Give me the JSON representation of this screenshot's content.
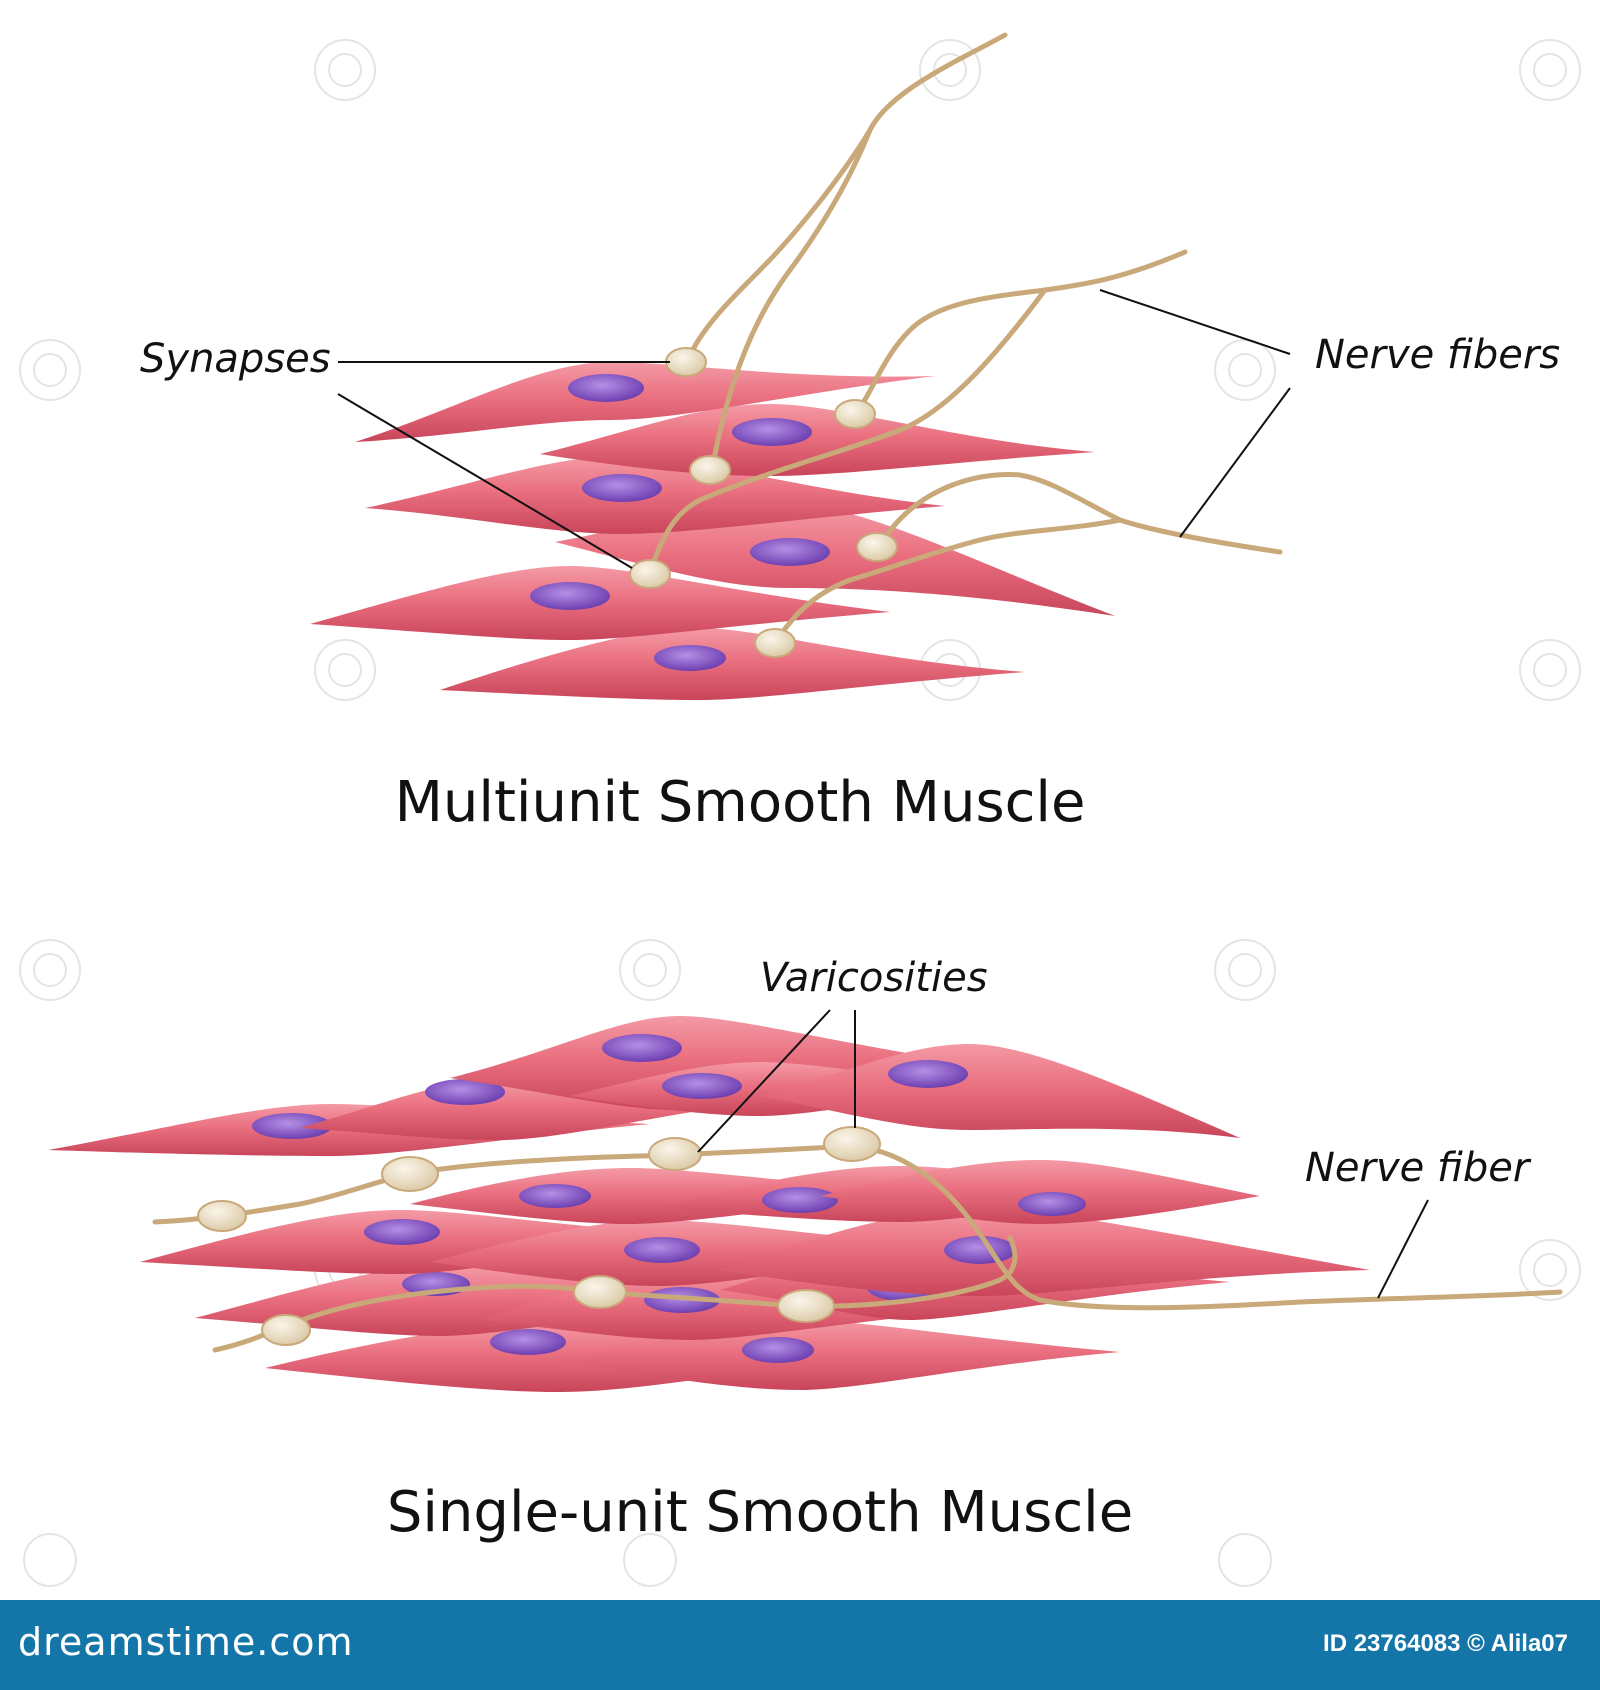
{
  "diagram": {
    "top_panel": {
      "title": "Multiunit Smooth Muscle",
      "labels": {
        "synapses": "Synapses",
        "nerve_fibers": "Nerve fibers"
      }
    },
    "bottom_panel": {
      "title": "Single-unit Smooth Muscle",
      "labels": {
        "varicosities": "Varicosities",
        "nerve_fiber": "Nerve fiber"
      }
    }
  },
  "colors": {
    "muscle_cell": "#e8697a",
    "muscle_highlight": "#f6a3ad",
    "nucleus": "#8d5fc8",
    "nerve": "#c9a87a",
    "varicosity": "#efe4cc",
    "footer": "#1476a8"
  },
  "footer": {
    "site": "dreamstime.com",
    "image_id": "ID 23764083 © Alila07"
  }
}
